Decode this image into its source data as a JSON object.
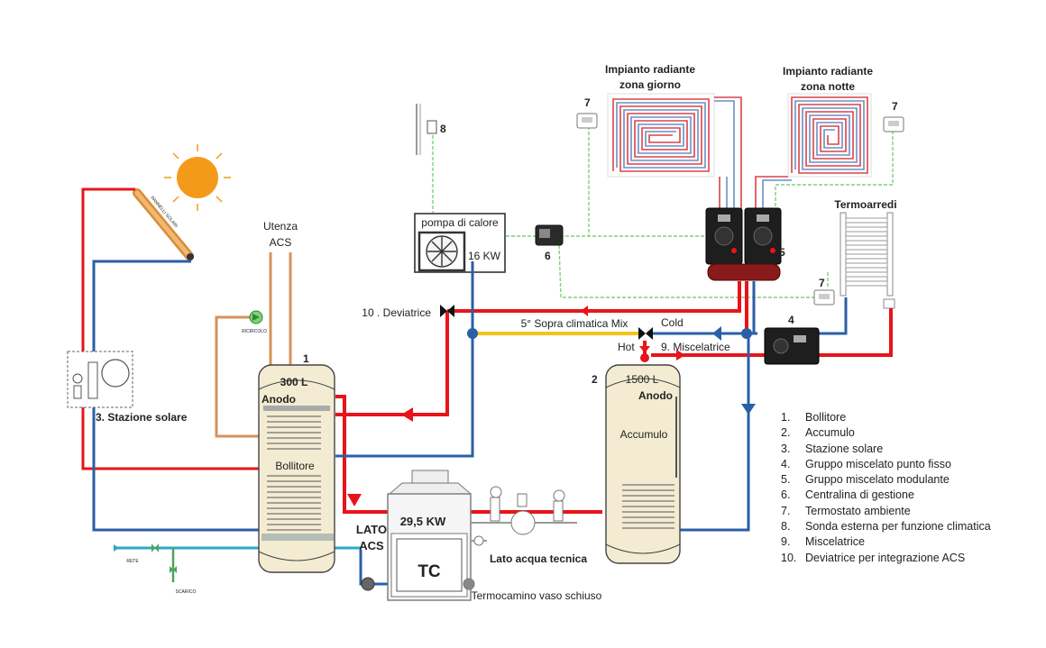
{
  "labels": {
    "zone_day_l1": "Impianto radiante",
    "zone_day_l2": "zona giorno",
    "zone_night_l1": "Impianto radiante",
    "zone_night_l2": "zona notte",
    "termoarredi": "Termoarredi",
    "heat_pump": "pompa di calore",
    "heat_pump_power": "16 KW",
    "utenza_l1": "Utenza",
    "utenza_l2": "ACS",
    "ricircolo": "RICIRCOLO",
    "deviatrice": "10 . Deviatrice",
    "climatica": "5° Sopra climatica Mix",
    "cold": "Cold",
    "hot": "Hot",
    "miscelatrice": "9. Miscelatrice",
    "stazione_solare": "3. Stazione solare",
    "pannelli": "PANNELLI SOLARI",
    "bollitore_capacity": "300 L",
    "bollitore_anodo": "Anodo",
    "bollitore": "Bollitore",
    "accumulo_capacity": "1500 L",
    "accumulo_anodo": "Anodo",
    "accumulo": "Accumulo",
    "tc_power": "29,5 KW",
    "tc": "TC",
    "lato_acs_l1": "LATO",
    "lato_acs_l2": "ACS",
    "lato_acqua": "Lato acqua tecnica",
    "termocamino": "Termocamino vaso schiuso",
    "rete": "RETE",
    "scarico": "SCARICO",
    "n1": "1",
    "n2": "2",
    "n5": "5",
    "n6": "6",
    "n4": "4",
    "n7a": "7",
    "n7b": "7",
    "n7c": "7",
    "n8": "8"
  },
  "legend": [
    {
      "num": "1.",
      "text": "Bollitore"
    },
    {
      "num": "2.",
      "text": "Accumulo"
    },
    {
      "num": "3.",
      "text": "Stazione solare"
    },
    {
      "num": "4.",
      "text": "Gruppo miscelato punto fisso"
    },
    {
      "num": "5.",
      "text": "Gruppo miscelato modulante"
    },
    {
      "num": "6.",
      "text": "Centralina di gestione"
    },
    {
      "num": "7.",
      "text": "Termostato ambiente"
    },
    {
      "num": "8.",
      "text": "Sonda esterna per funzione climatica"
    },
    {
      "num": "9.",
      "text": "Miscelatrice"
    },
    {
      "num": "10.",
      "text": "Deviatrice per integrazione ACS"
    }
  ],
  "colors": {
    "hot_pipe": "#e8141a",
    "cold_pipe": "#2a5fa8",
    "mix_pipe": "#f4c318",
    "acs_pipe": "#d8915a",
    "signal_wire": "#7ed07e",
    "tank_fill": "#f3ecd2",
    "sun": "#f49a1a"
  }
}
